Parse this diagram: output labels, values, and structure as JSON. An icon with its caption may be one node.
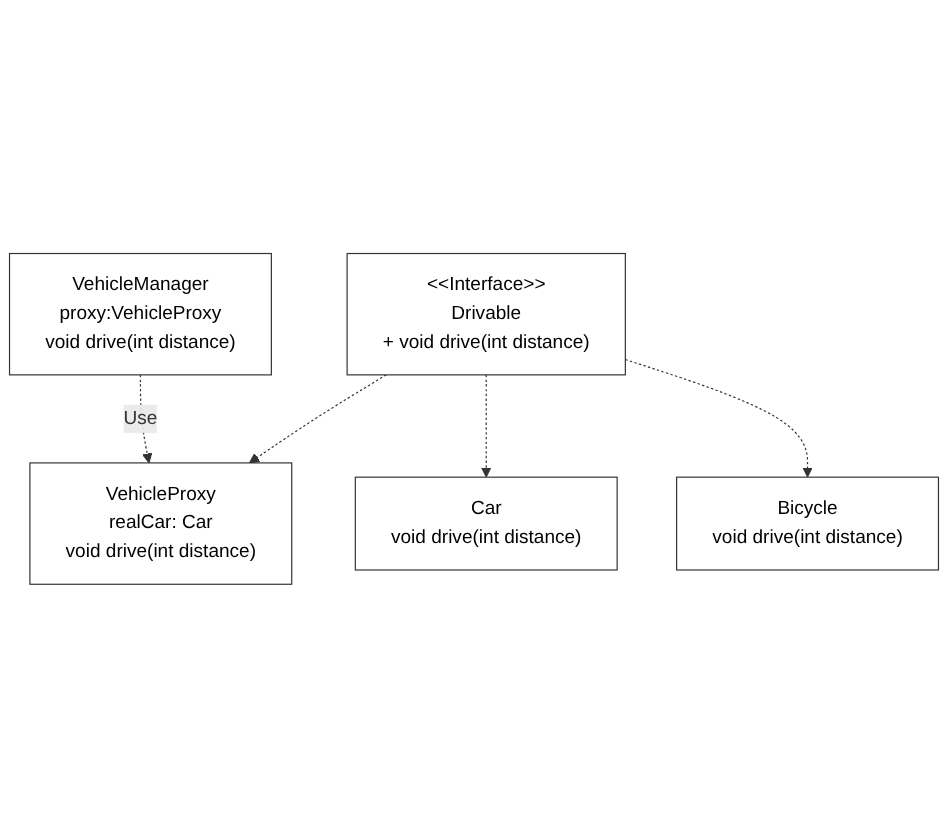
{
  "diagram": {
    "nodes": [
      {
        "text": [
          "VehicleManager",
          "proxy:VehicleProxy",
          "void drive(int distance)"
        ]
      },
      {
        "text": [
          "VehicleProxy",
          "realCar: Car",
          "void drive(int distance)"
        ]
      },
      {
        "text": [
          "<<Interface>>",
          "Drivable",
          "+ void drive(int distance)"
        ]
      },
      {
        "text": [
          "Car",
          "void drive(int distance)"
        ]
      },
      {
        "text": [
          "Bicycle",
          "void drive(int distance)"
        ]
      }
    ],
    "edges": [
      {
        "from": 0,
        "to": 1,
        "arrow": "to",
        "label": "Use",
        "style": "dashed"
      },
      {
        "from": 2,
        "to": 1,
        "arrow": "to",
        "style": "dashed"
      },
      {
        "from": 2,
        "to": 3,
        "arrow": "to",
        "style": "dashed"
      },
      {
        "from": 2,
        "to": 4,
        "arrow": "to",
        "style": "dashed"
      }
    ]
  }
}
